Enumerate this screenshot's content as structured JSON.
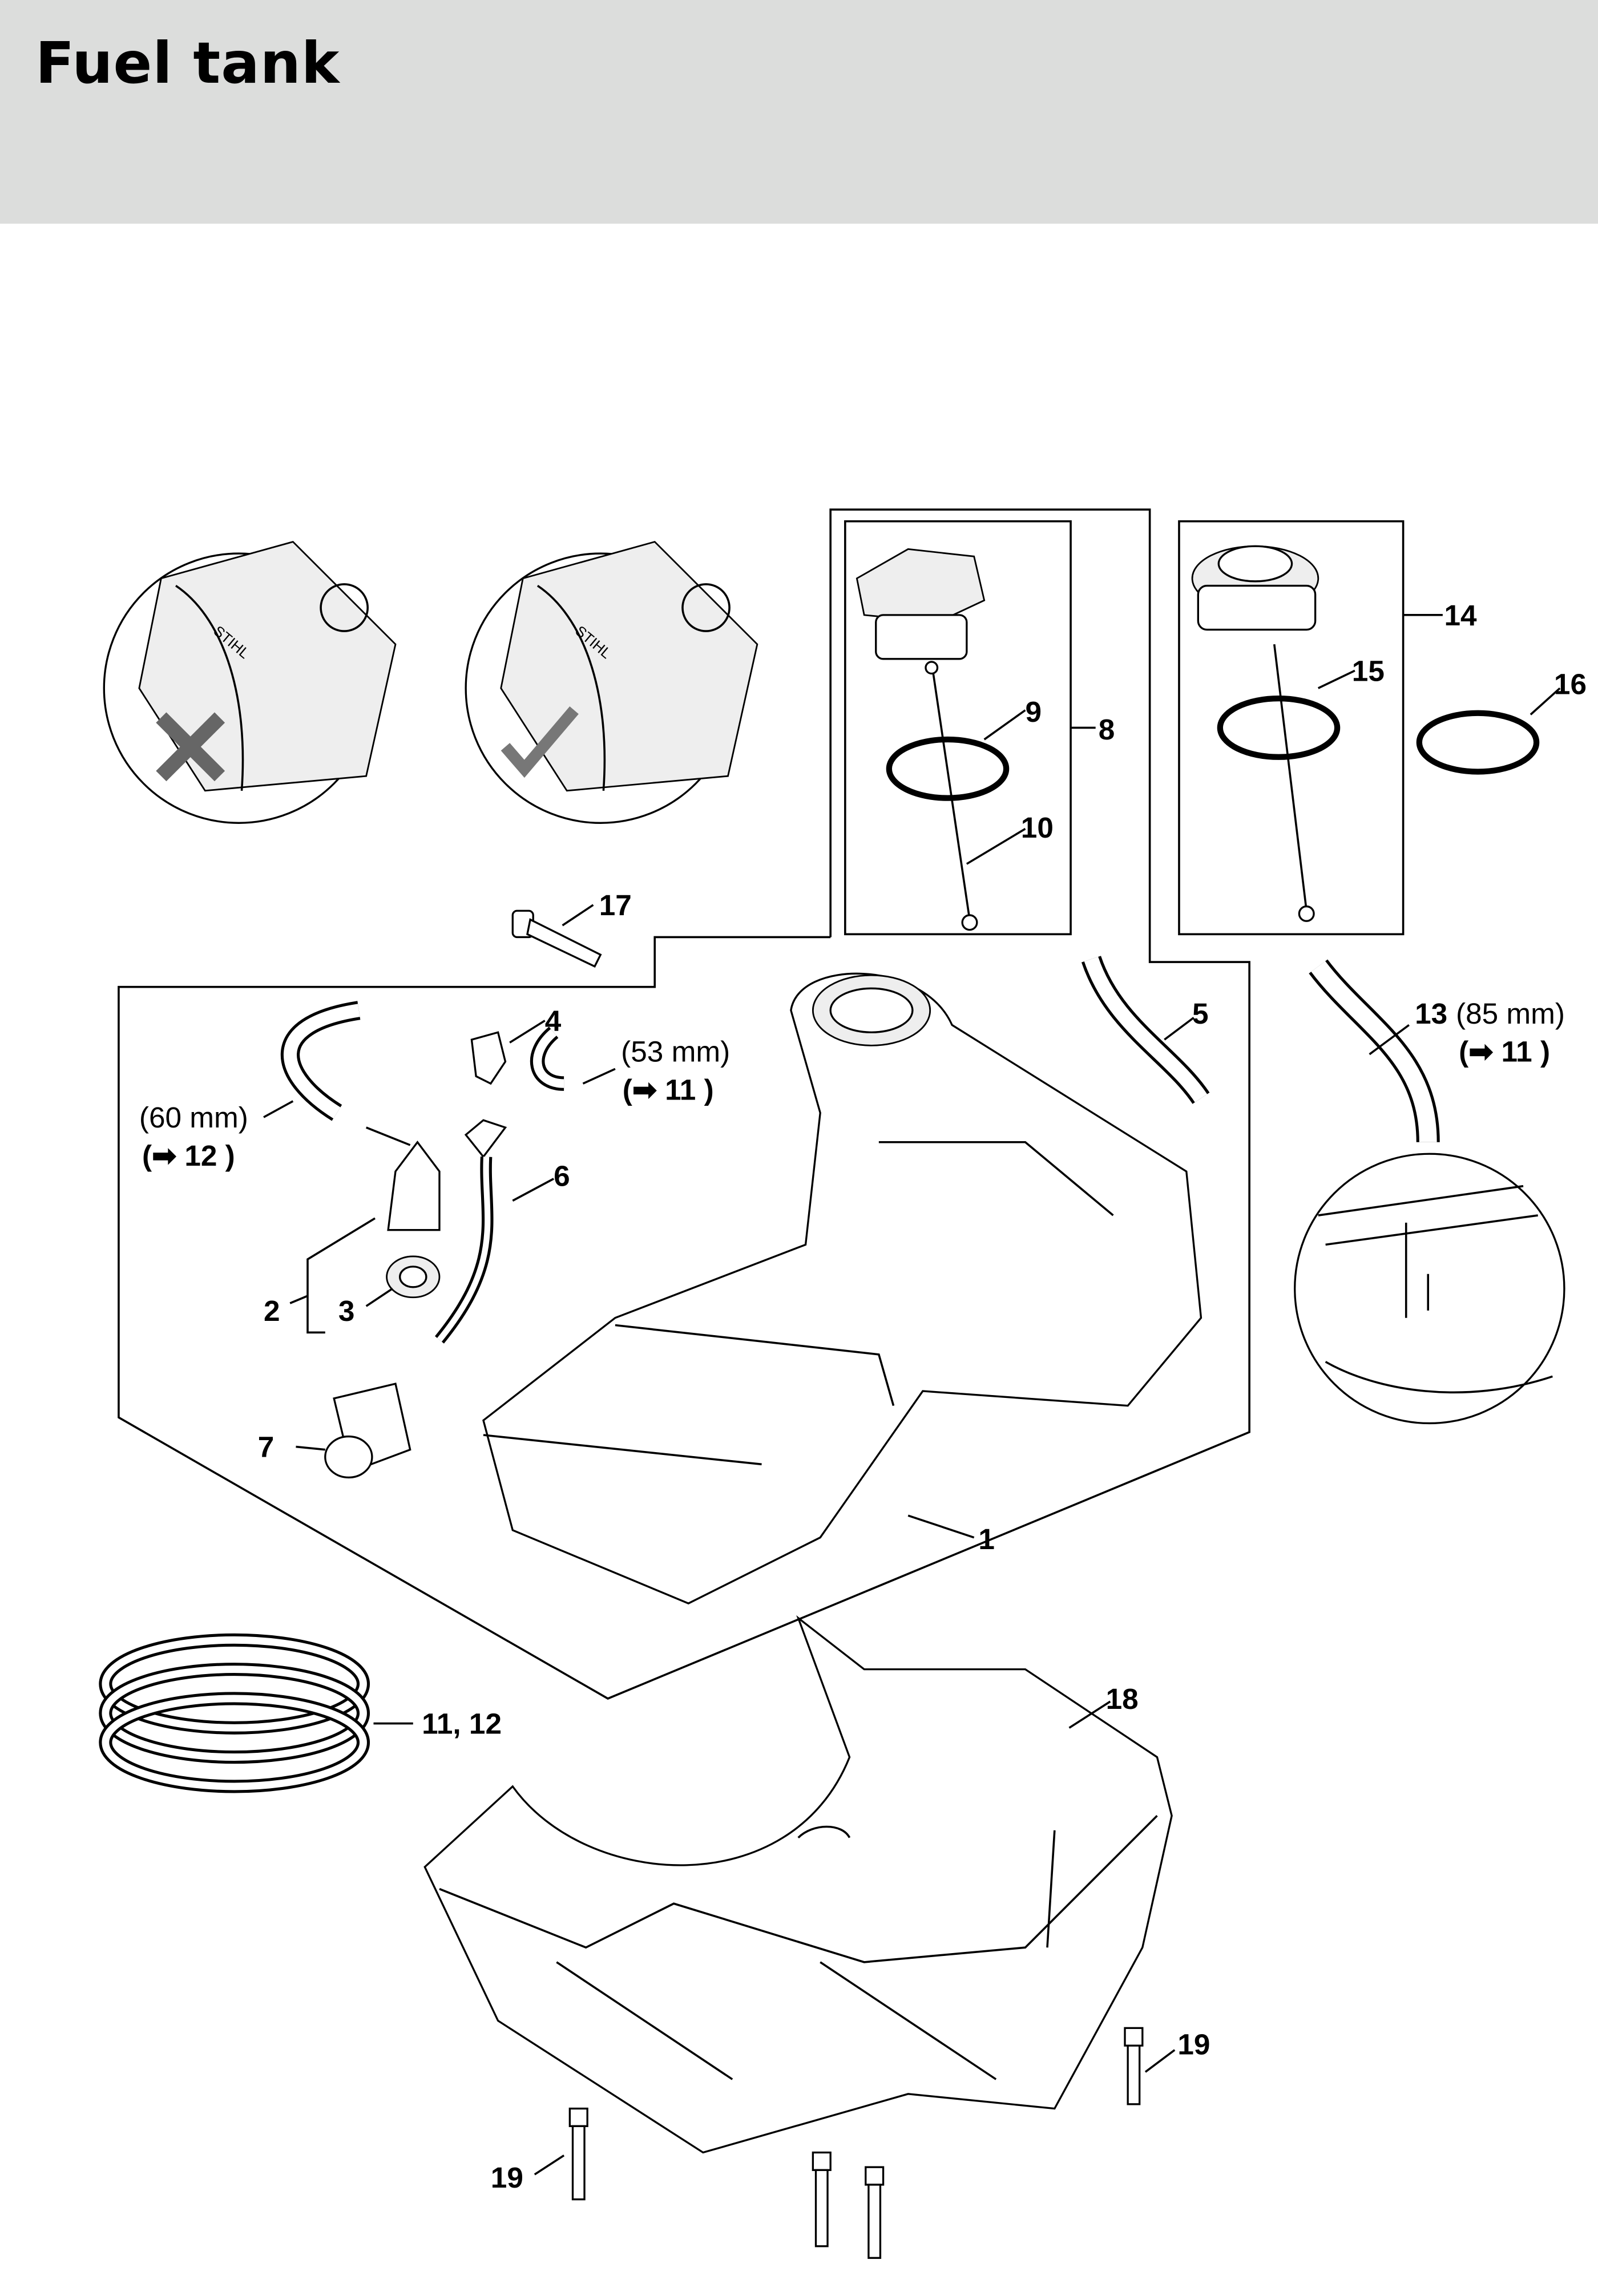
{
  "header": {
    "title": "Fuel tank",
    "background": "#dcdddc"
  },
  "callouts": {
    "p1": "1",
    "p2": "2",
    "p3": "3",
    "p4": "4",
    "p5": "5",
    "p6": "6",
    "p7": "7",
    "p8": "8",
    "p9": "9",
    "p10": "10",
    "p11_12": "11, 12",
    "p13": "13",
    "p13_len": "(85 mm)",
    "p13_ref": "(➡ 11 )",
    "p14": "14",
    "p15": "15",
    "p16": "16",
    "p17": "17",
    "p18": "18",
    "p19a": "19",
    "p19b": "19",
    "hose53_len": "(53 mm)",
    "hose53_ref": "(➡ 11 )",
    "hose60_len": "(60 mm)",
    "hose60_ref": "(➡ 12 )"
  },
  "insets": {
    "brand_mark": "STIHL",
    "wrong_icon": "cross-icon",
    "right_icon": "check-icon"
  }
}
